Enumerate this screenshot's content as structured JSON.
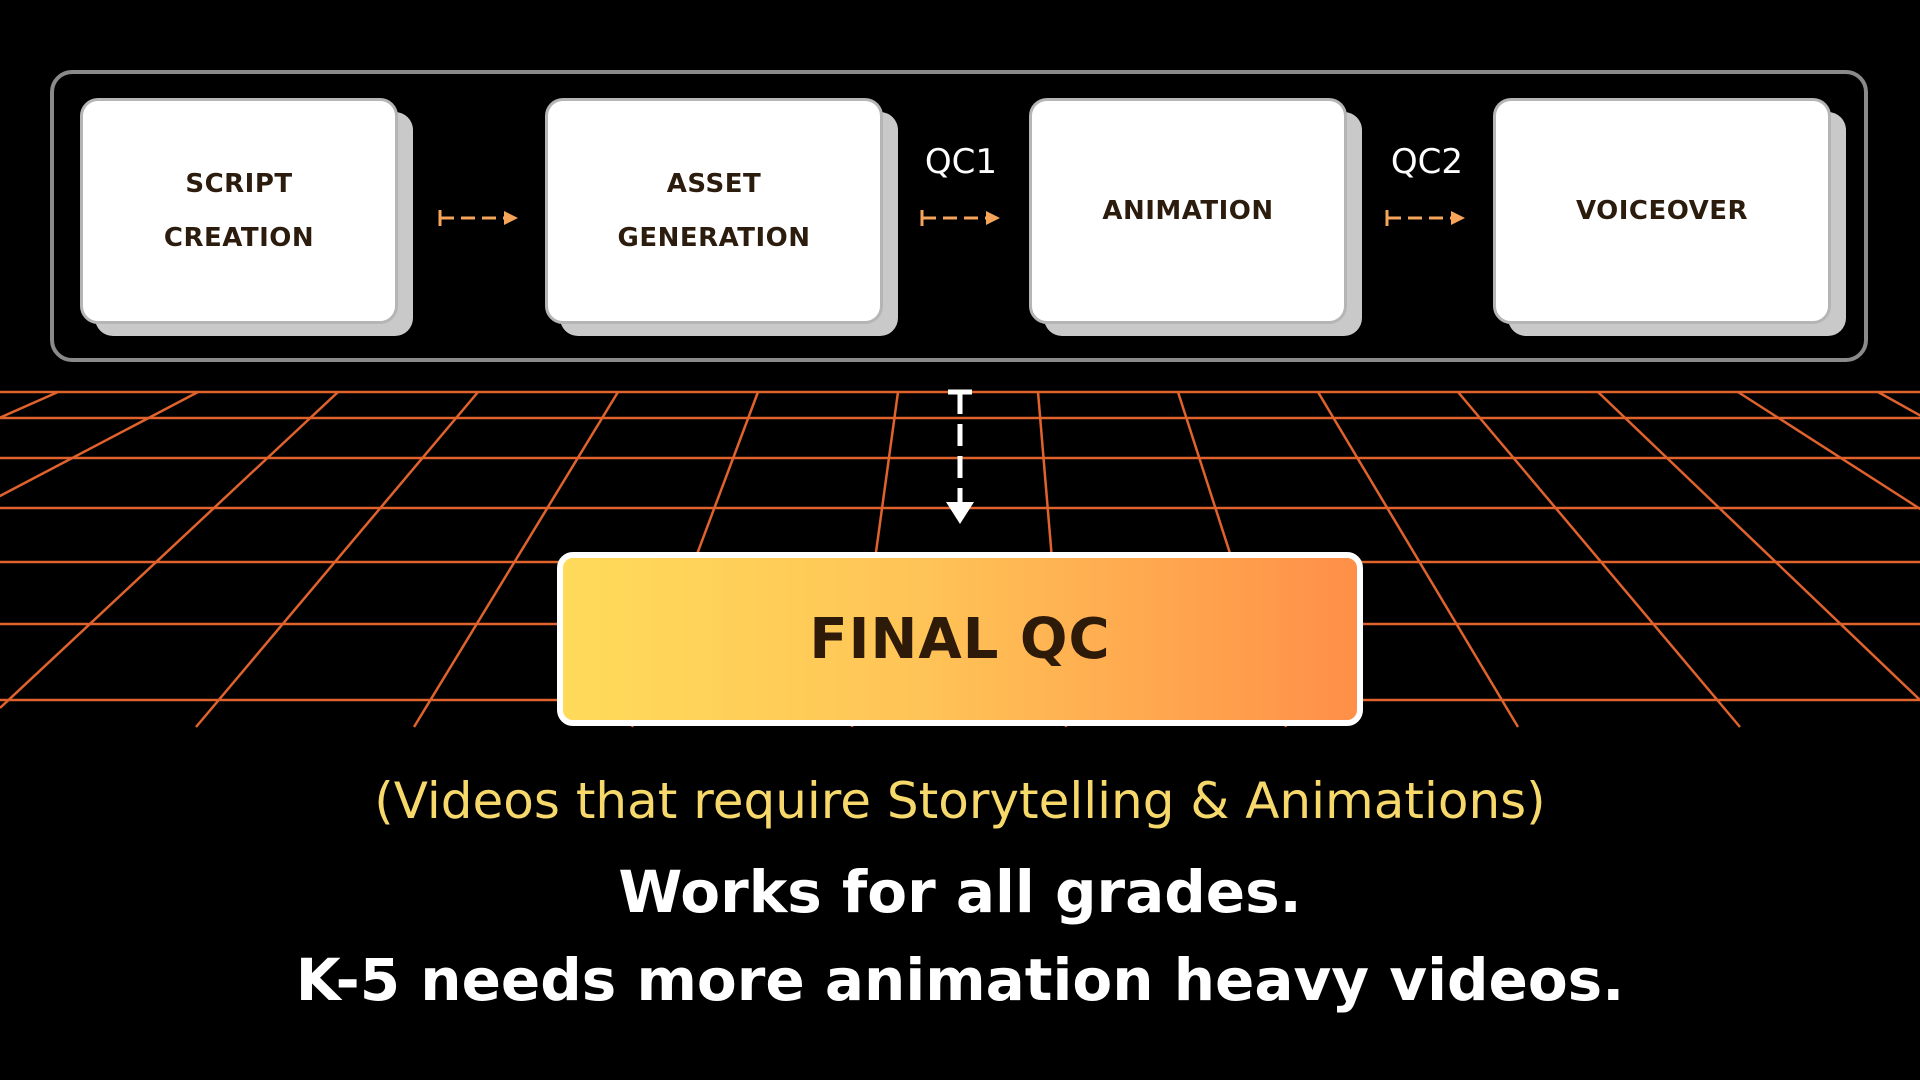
{
  "pipeline": {
    "steps": [
      {
        "label": "SCRIPT\nCREATION"
      },
      {
        "label": "ASSET\nGENERATION"
      },
      {
        "label": "ANIMATION"
      },
      {
        "label": "VOICEOVER"
      }
    ],
    "qc_labels": [
      "QC1",
      "QC2"
    ]
  },
  "final": {
    "label": "FINAL QC"
  },
  "footer": {
    "subtitle": "(Videos that require Storytelling & Animations)",
    "line1": "Works for all grades.",
    "line2": "K-5 needs more animation heavy videos."
  },
  "colors": {
    "background": "#000000",
    "grid": "#e0622c",
    "arrow": "#f5a45a",
    "subtitle": "#f6d86b",
    "final_gradient_start": "#ffdb5a",
    "final_gradient_end": "#ff8f48"
  }
}
